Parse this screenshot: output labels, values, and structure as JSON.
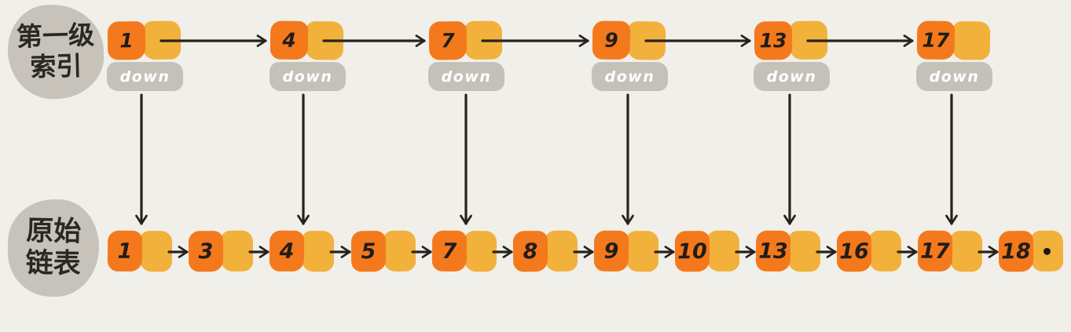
{
  "diagram": {
    "type": "skip-list",
    "background_color": "#f1efe9",
    "colors": {
      "node_value_box": "#f4791d",
      "node_pointer_box": "#f1b13b",
      "down_box": "#c5c1b9",
      "label_blob": "#c7c3bb",
      "arrow": "#26231e",
      "number_text": "#211d18",
      "down_text": "#ffffff"
    },
    "left_labels": {
      "index_level": {
        "line1": "第一级",
        "line2": "索引"
      },
      "original_list": {
        "line1": "原始",
        "line2": "链表"
      }
    },
    "down_label": "down",
    "index_level_nodes": [
      "1",
      "4",
      "7",
      "9",
      "13",
      "17"
    ],
    "original_list_nodes": [
      "1",
      "3",
      "4",
      "5",
      "7",
      "8",
      "9",
      "10",
      "13",
      "16",
      "17",
      "18"
    ],
    "tail_marker": "•",
    "down_links": [
      "1",
      "4",
      "7",
      "9",
      "13",
      "17"
    ]
  }
}
